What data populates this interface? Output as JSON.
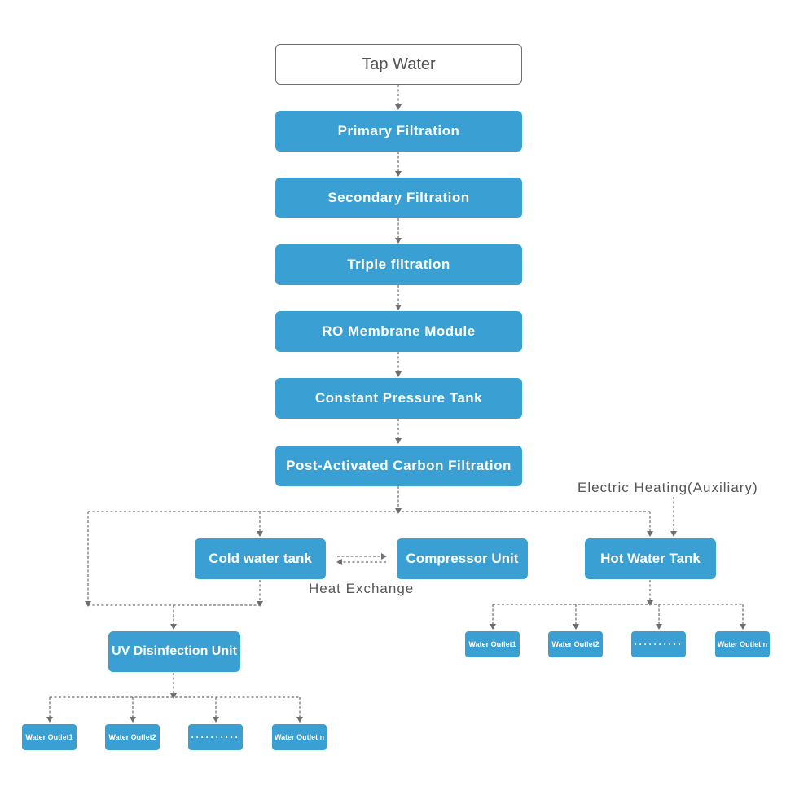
{
  "diagram": {
    "tap_water": "Tap Water",
    "primary_filtration": "Primary Filtration",
    "secondary_filtration": "Secondary Filtration",
    "triple_filtration": "Triple filtration",
    "ro_membrane": "RO Membrane Module",
    "pressure_tank": "Constant Pressure Tank",
    "carbon_filtration": "Post-Activated Carbon Filtration",
    "cold_tank": "Cold water tank",
    "compressor": "Compressor Unit",
    "hot_tank": "Hot Water Tank",
    "uv_unit": "UV Disinfection Unit",
    "electric_heating": "Electric Heating(Auxiliary)",
    "heat_exchange": "Heat Exchange",
    "left_outlets": [
      "Water Outlet1",
      "Water Outlet2",
      "··········",
      "Water Outlet n"
    ],
    "right_outlets": [
      "Water Outlet1",
      "Water Outlet2",
      "··········",
      "Water Outlet n"
    ]
  },
  "colors": {
    "node_fill": "#3a9fd3",
    "connector": "#6e6e6e",
    "label_text": "#555555"
  }
}
